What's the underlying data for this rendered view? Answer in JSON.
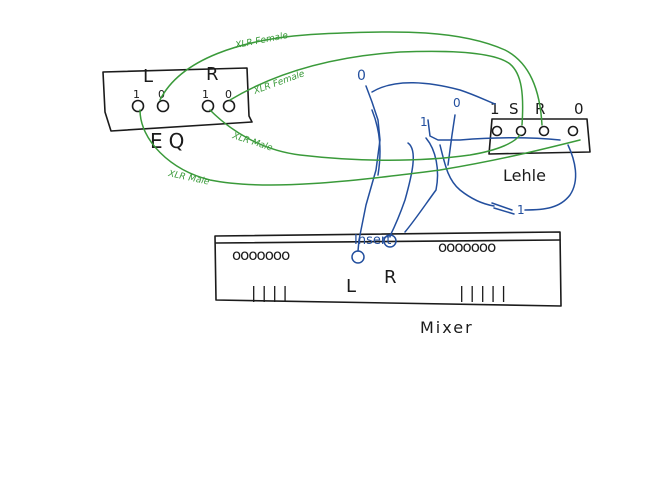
{
  "colors": {
    "ink": "#1b1b1b",
    "blue": "#234f9e",
    "green": "#3a9a3a",
    "background": "#ffffff"
  },
  "eq": {
    "label": "EQ",
    "channel_left": "L",
    "channel_right": "R",
    "port_1": "1",
    "port_0": "0"
  },
  "lehle": {
    "label": "Lehle",
    "port_labels": [
      "1",
      "S",
      "R",
      "0"
    ],
    "input_1": "1",
    "input_0": "0",
    "top_0": "0",
    "output_1": "1"
  },
  "mixer": {
    "label": "Mixer",
    "insert_label": "Insert",
    "insert_left": "L",
    "insert_right": "R",
    "knobs_left": "ooooooo",
    "knobs_right": "ooooooo",
    "faders_left": "| | | |",
    "faders_right": "| | | | |"
  },
  "cables": {
    "xlr_female_top": "XLR Female",
    "xlr_female_mid": "XLR Female",
    "xlr_male_mid": "XLR Male",
    "xlr_male_low": "XLR Male"
  }
}
